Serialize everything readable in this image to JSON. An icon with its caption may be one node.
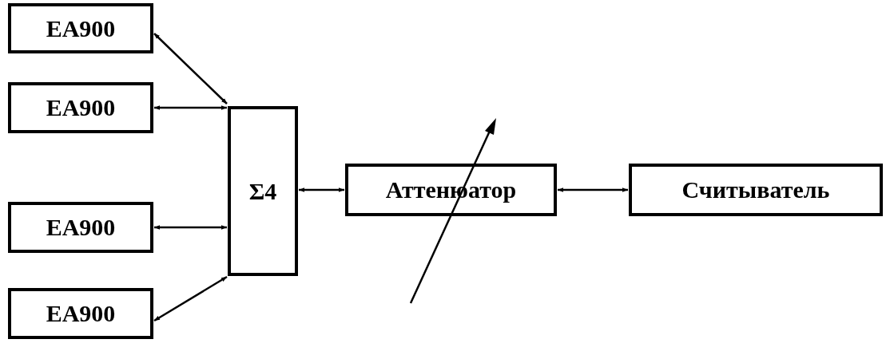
{
  "diagram": {
    "nodes": [
      {
        "text": [
          "EA900"
        ]
      },
      {
        "text": [
          "EA900"
        ]
      },
      {
        "text": [
          "EA900"
        ]
      },
      {
        "text": [
          "EA900"
        ]
      },
      {
        "text": [
          "Σ4"
        ]
      },
      {
        "text": [
          "Аттенюатор"
        ]
      },
      {
        "text": [
          "Считыватель"
        ]
      }
    ],
    "edges": [
      {
        "from": 0,
        "to": 4,
        "arrow": "both"
      },
      {
        "from": 1,
        "to": 4,
        "arrow": "both"
      },
      {
        "from": 2,
        "to": 4,
        "arrow": "both"
      },
      {
        "from": 3,
        "to": 4,
        "arrow": "both"
      },
      {
        "from": 4,
        "to": 5,
        "arrow": "both"
      },
      {
        "from": 5,
        "to": 6,
        "arrow": "both"
      }
    ]
  }
}
